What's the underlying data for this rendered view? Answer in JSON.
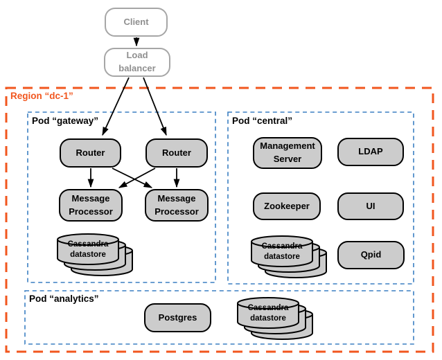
{
  "colors": {
    "region_border": "#F1561E",
    "pod_border": "#3A7EC2",
    "node_fill": "#CCCCCC",
    "node_border": "#000000",
    "external_border": "#A6A6A6",
    "external_text": "#8F8F8F",
    "arrow": "#000000"
  },
  "external": {
    "client": "Client",
    "load_balancer": "Load balancer"
  },
  "region": {
    "label": "Region “dc-1”",
    "pods": {
      "gateway": {
        "label": "Pod “gateway”",
        "router1": "Router",
        "router2": "Router",
        "message_processor1": "Message Processor",
        "message_processor2": "Message Processor",
        "cassandra": "Cassandra datastore"
      },
      "central": {
        "label": "Pod “central”",
        "management_server": "Management Server",
        "ldap": "LDAP",
        "zookeeper": "Zookeeper",
        "ui": "UI",
        "cassandra": "Cassandra datastore",
        "qpid": "Qpid"
      },
      "analytics": {
        "label": "Pod “analytics”",
        "postgres": "Postgres",
        "cassandra": "Cassandra datastore"
      }
    }
  }
}
